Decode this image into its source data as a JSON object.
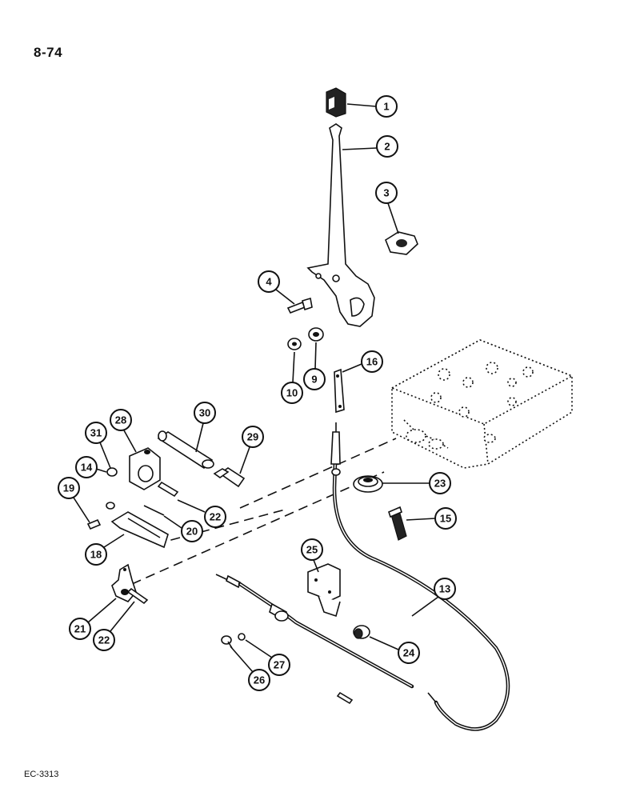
{
  "page_label": "8-74",
  "figure_code": "EC-3313",
  "callouts": [
    "1",
    "2",
    "3",
    "4",
    "9",
    "10",
    "16",
    "30",
    "28",
    "29",
    "31",
    "14",
    "19",
    "22",
    "20",
    "18",
    "25",
    "23",
    "15",
    "13",
    "21",
    "22",
    "24",
    "27",
    "26"
  ]
}
